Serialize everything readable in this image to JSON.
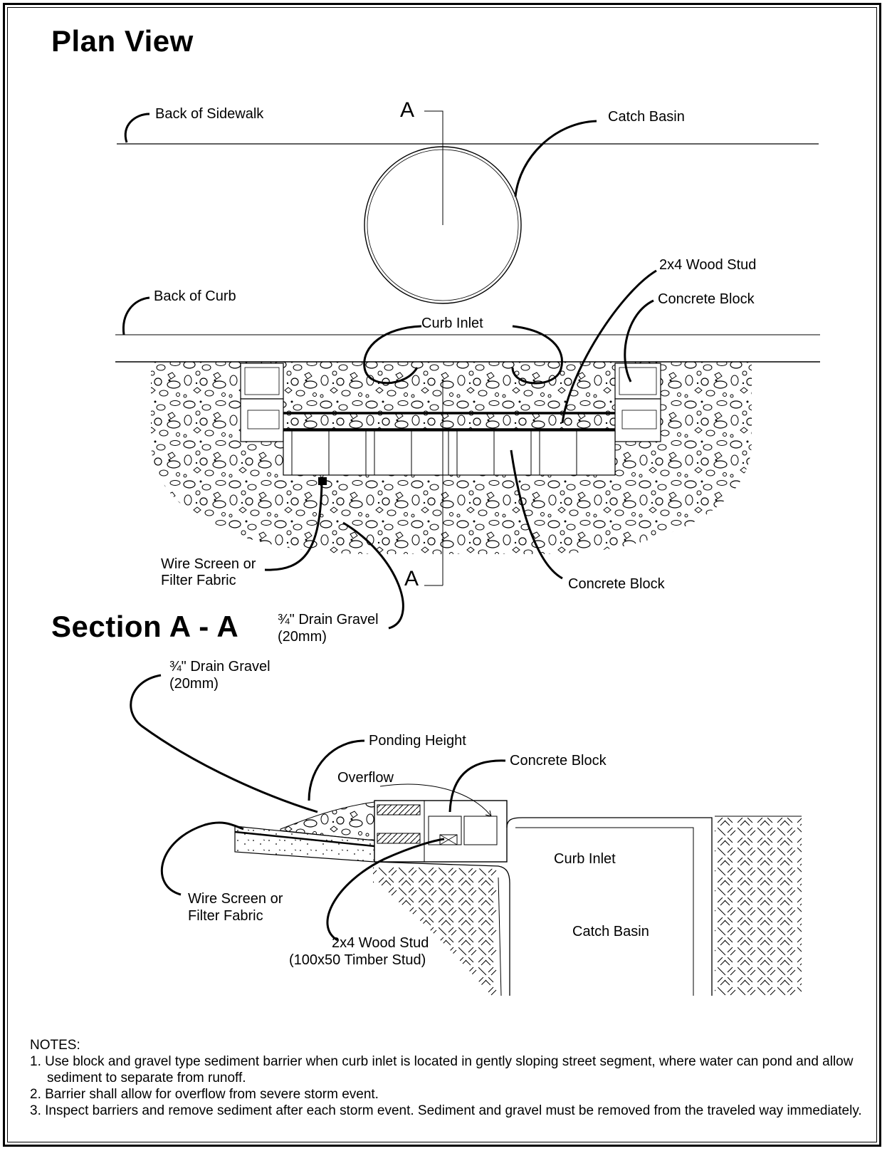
{
  "plan_view": {
    "title": "Plan View",
    "section_mark": "A",
    "labels": {
      "back_of_sidewalk": "Back of Sidewalk",
      "catch_basin": "Catch Basin",
      "wood_stud": "2x4 Wood Stud",
      "back_of_curb": "Back of Curb",
      "concrete_block_right": "Concrete Block",
      "curb_inlet": "Curb Inlet",
      "wire_screen_1": "Wire Screen or",
      "wire_screen_2": "Filter Fabric",
      "concrete_block_bottom": "Concrete Block",
      "drain_gravel_1": "¾\" Drain Gravel",
      "drain_gravel_2": "(20mm)"
    }
  },
  "section_view": {
    "title": "Section A - A",
    "labels": {
      "drain_gravel_1": "¾\" Drain Gravel",
      "drain_gravel_2": "(20mm)",
      "ponding_height": "Ponding Height",
      "concrete_block": "Concrete Block",
      "overflow": "Overflow",
      "curb_inlet": "Curb Inlet",
      "wire_screen_1": "Wire Screen or",
      "wire_screen_2": "Filter Fabric",
      "catch_basin": "Catch Basin",
      "wood_stud_1": "2x4 Wood Stud",
      "wood_stud_2": "(100x50 Timber Stud)"
    }
  },
  "notes": {
    "heading": "NOTES:",
    "items": [
      "1. Use block and gravel type sediment barrier when curb inlet is located in gently sloping street segment, where water can pond and allow sediment to separate from runoff.",
      "2. Barrier shall allow for overflow from severe storm event.",
      "3. Inspect barriers and remove sediment after each storm event.  Sediment and gravel must be removed from the traveled way immediately."
    ]
  }
}
